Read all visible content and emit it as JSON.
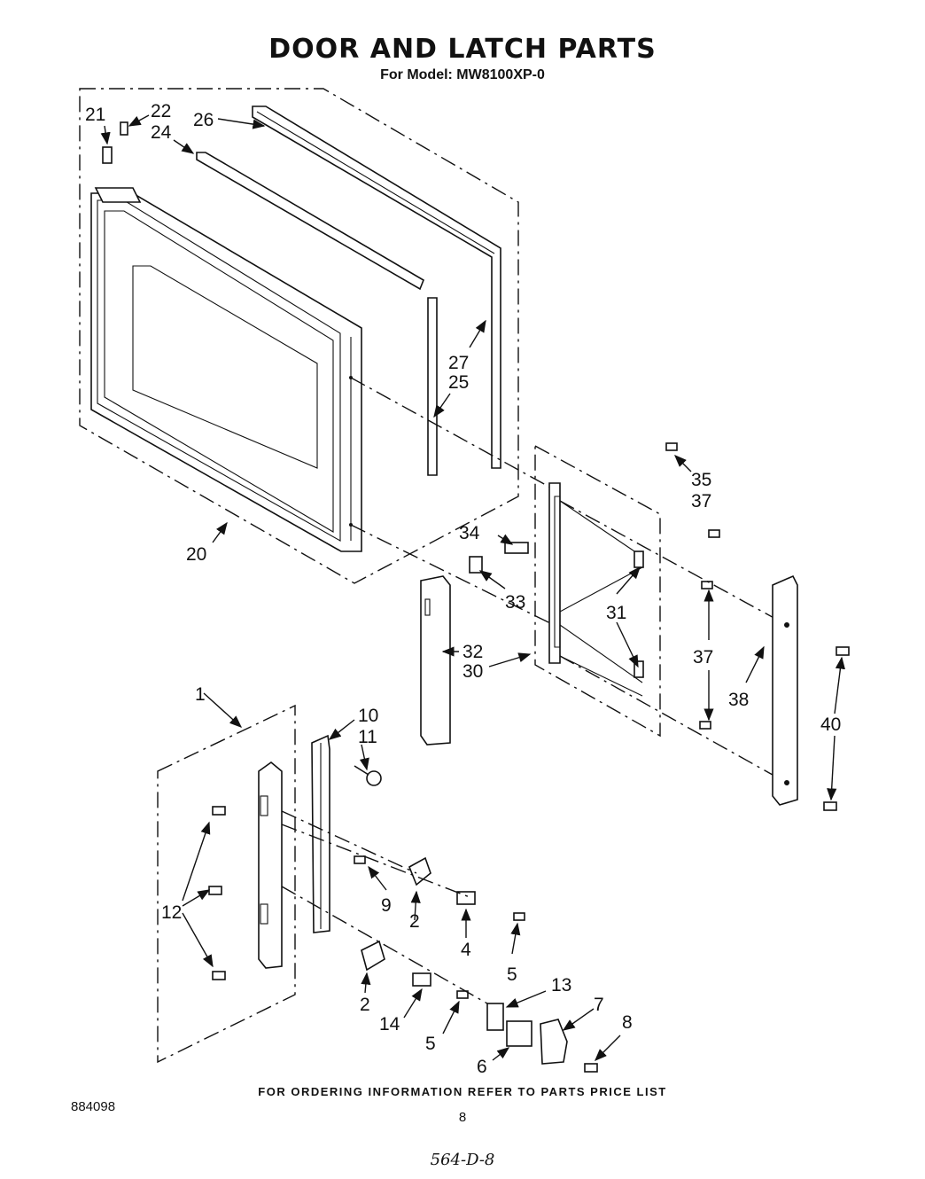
{
  "header": {
    "title": "DOOR AND LATCH PARTS",
    "subtitle": "For Model: MW8100XP-0"
  },
  "footer": {
    "ordering_note": "FOR ORDERING INFORMATION REFER TO PARTS PRICE LIST",
    "doc_number": "884098",
    "page_number": "8",
    "handwritten_code": "564-D-8"
  },
  "callouts": {
    "c1": "1",
    "c2a": "2",
    "c2b": "2",
    "c4": "4",
    "c5a": "5",
    "c5b": "5",
    "c6": "6",
    "c7": "7",
    "c8": "8",
    "c9": "9",
    "c10": "10",
    "c11": "11",
    "c12": "12",
    "c13": "13",
    "c14": "14",
    "c20": "20",
    "c21": "21",
    "c22": "22",
    "c24": "24",
    "c25": "25",
    "c26": "26",
    "c27": "27",
    "c30": "30",
    "c31": "31",
    "c32": "32",
    "c33": "33",
    "c34": "34",
    "c35": "35",
    "c37a": "37",
    "c37b": "37",
    "c38": "38",
    "c40": "40"
  }
}
